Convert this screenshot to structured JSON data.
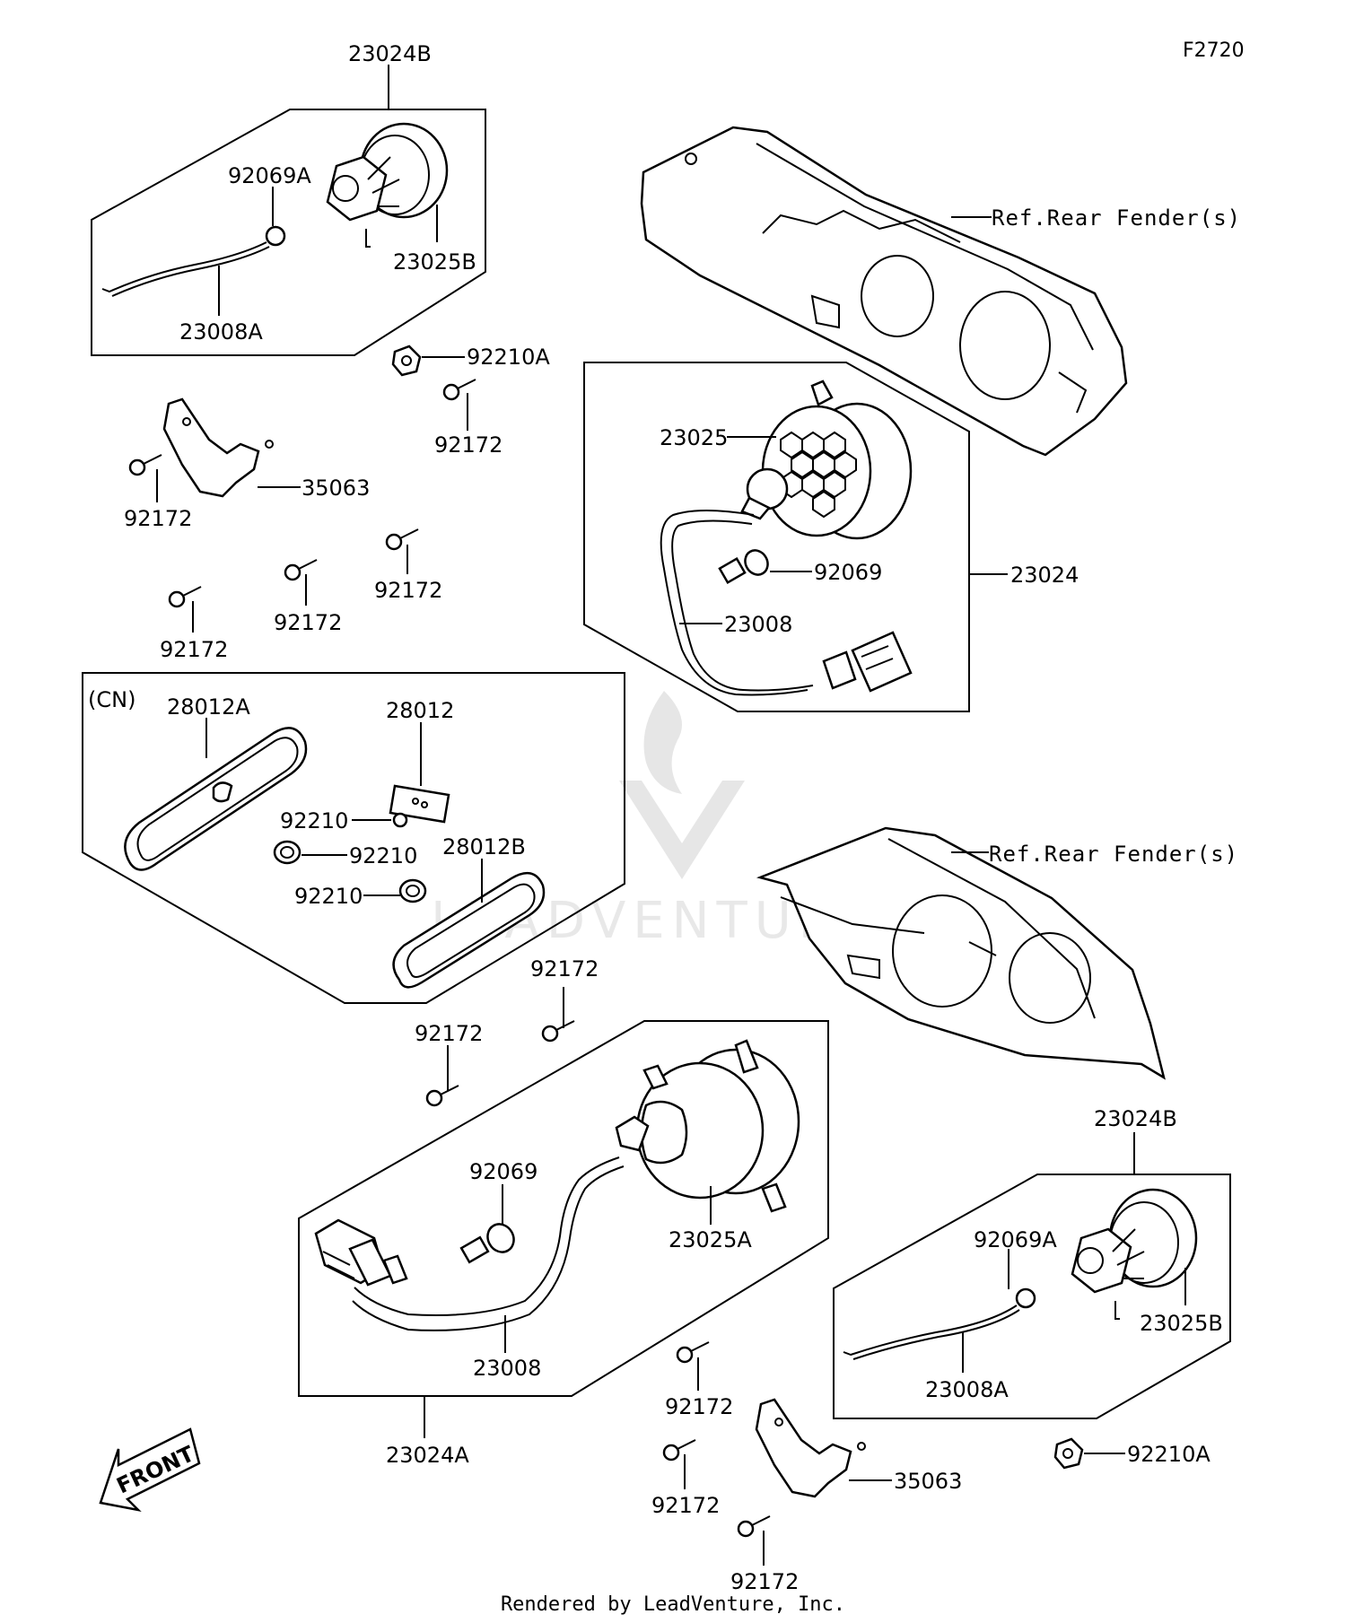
{
  "diagram": {
    "code": "F2720",
    "footer": "Rendered by LeadVenture, Inc.",
    "watermark": "LEADVENTURE",
    "cn_label": "(CN)",
    "front_label": "FRONT",
    "refs": [
      "Ref.Rear Fender(s)",
      "Ref.Rear Fender(s)"
    ],
    "callouts": [
      "23024B",
      "92069A",
      "23025B",
      "23008A",
      "92210A",
      "92172",
      "35063",
      "92172",
      "92172",
      "92172",
      "92172",
      "23025",
      "92069",
      "23024",
      "23008",
      "28012A",
      "28012",
      "92210",
      "92210",
      "28012B",
      "92210",
      "92172",
      "92172",
      "92069",
      "23025A",
      "23008",
      "23024A",
      "23024B",
      "92069A",
      "23025B",
      "23008A",
      "92172",
      "92210A",
      "92172",
      "35063",
      "92172"
    ]
  }
}
